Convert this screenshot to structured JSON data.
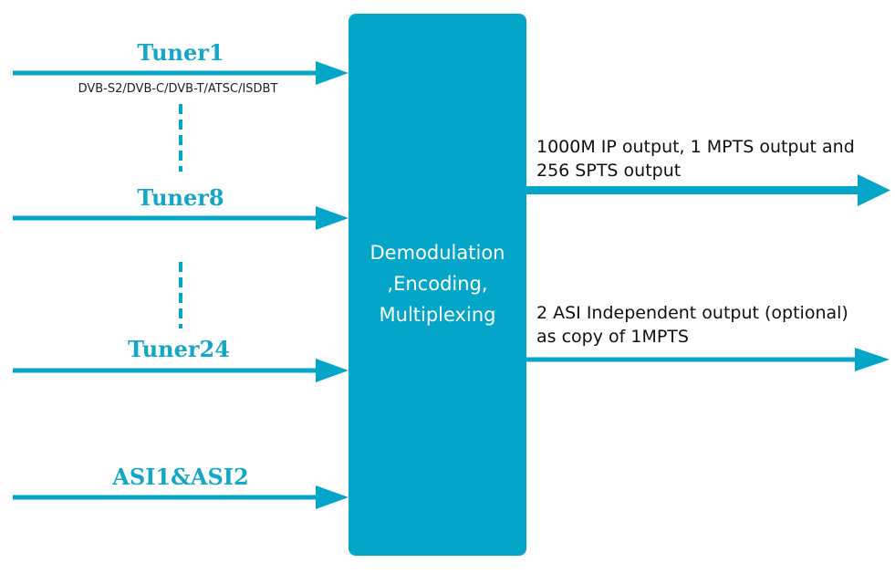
{
  "colors": {
    "accent": "#03a6c9",
    "label": "#14a8c8",
    "text": "#111111"
  },
  "inputs": {
    "tuner1_label": "Tuner1",
    "tuner1_standards": "DVB-S2/DVB-C/DVB-T/ATSC/ISDBT",
    "tuner8_label": "Tuner8",
    "tuner24_label": "Tuner24",
    "asi_label": "ASI1&ASI2"
  },
  "process": {
    "line1": "Demodulation",
    "line2": ",Encoding,",
    "line3": "Multiplexing"
  },
  "outputs": {
    "ip_line1": "1000M IP output, 1 MPTS output and",
    "ip_line2": "256 SPTS output",
    "asi_line1": "2 ASI Independent output (optional)",
    "asi_line2": "as copy of 1MPTS"
  }
}
